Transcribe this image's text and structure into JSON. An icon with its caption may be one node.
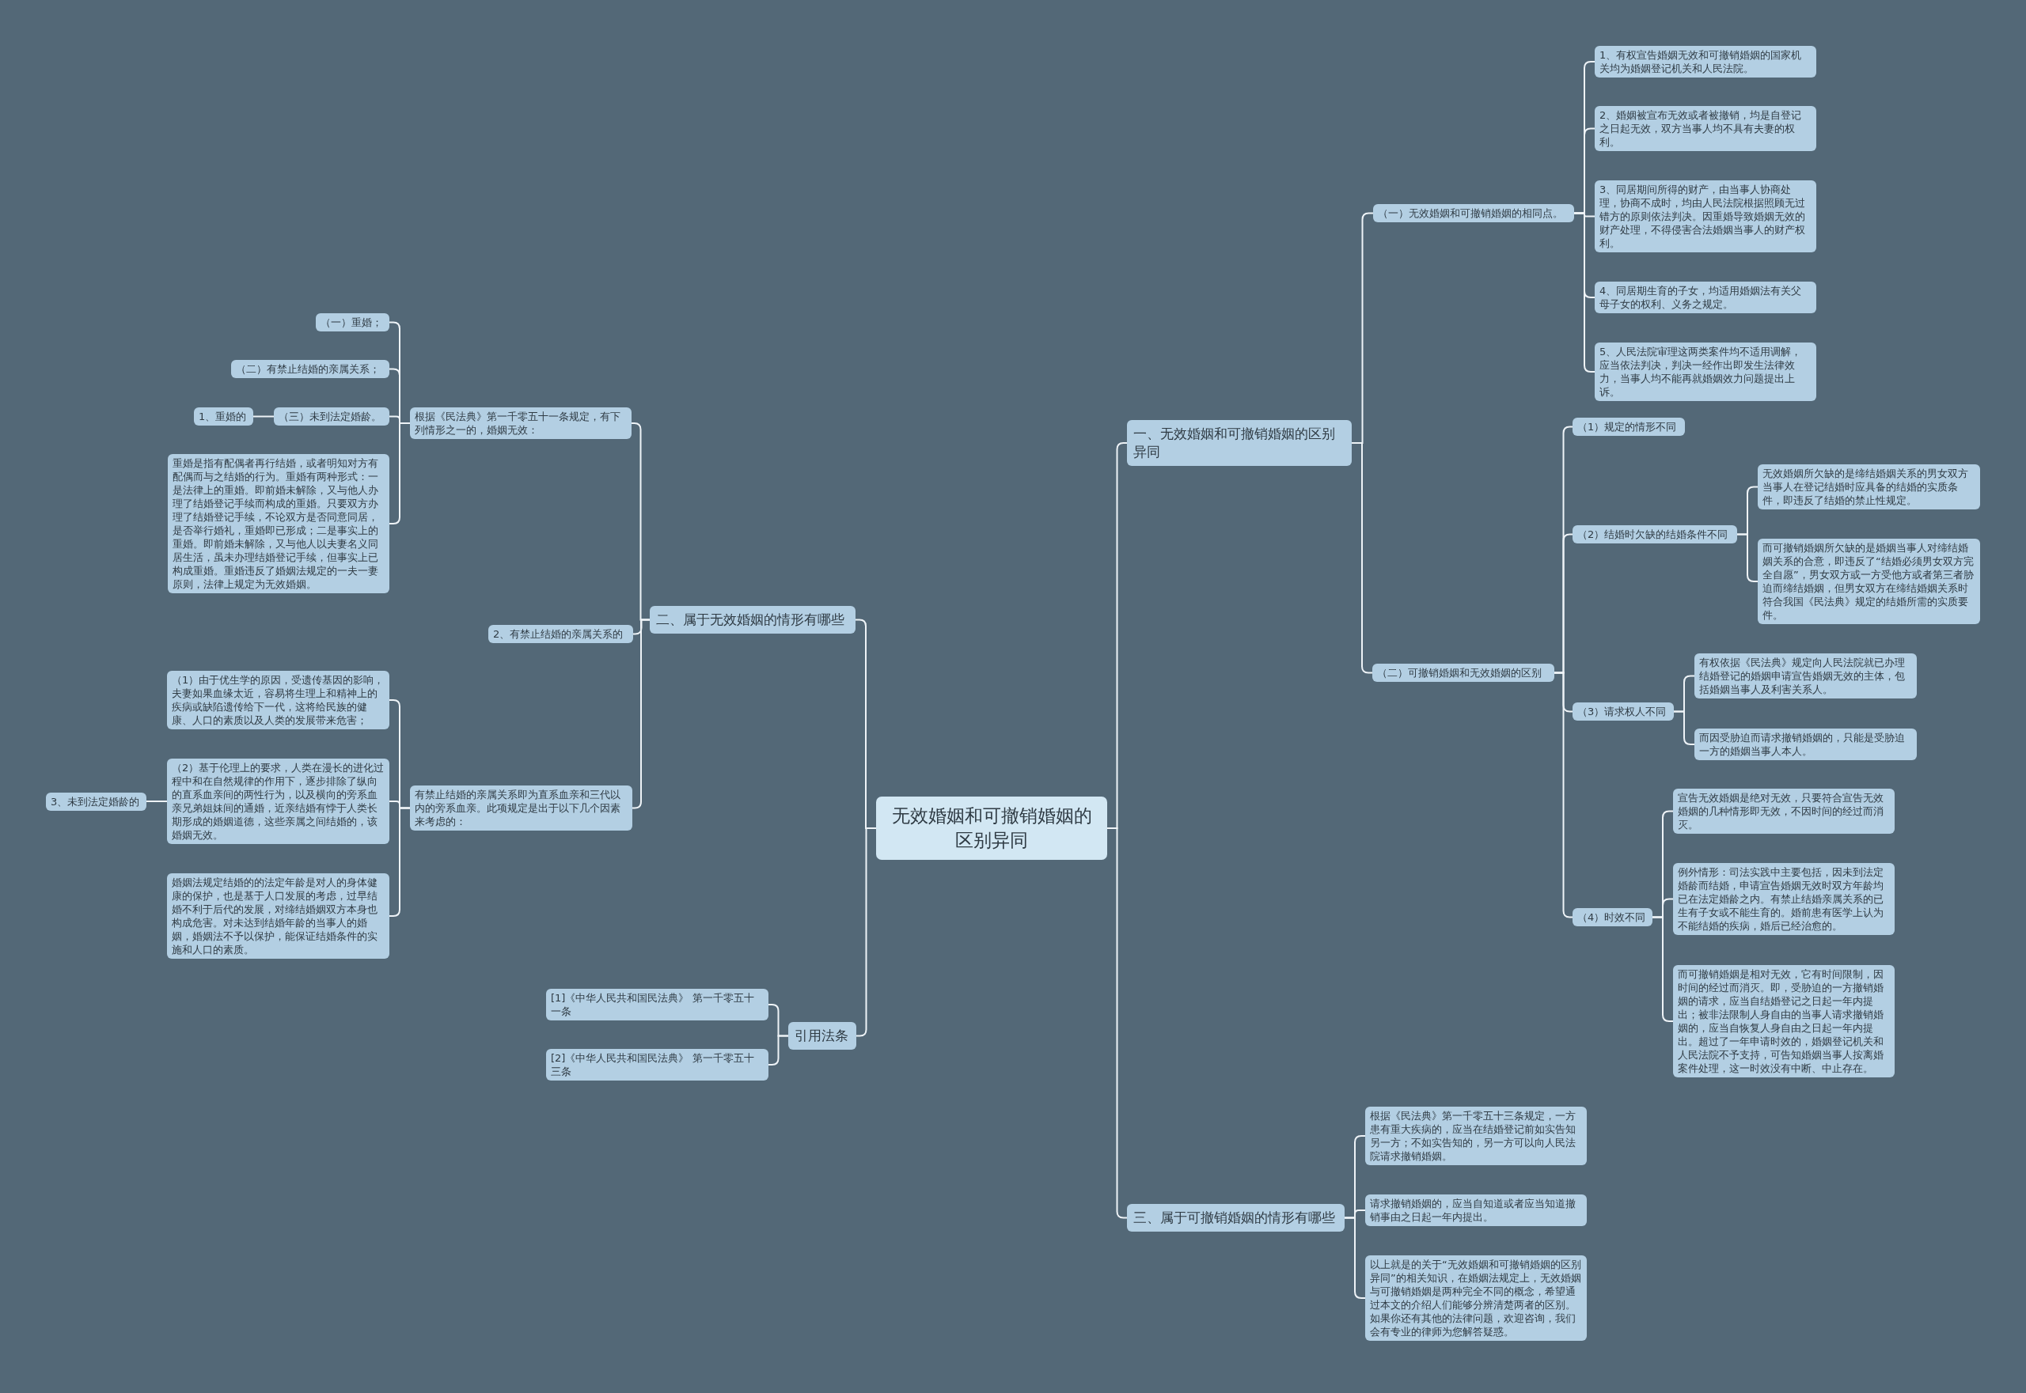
{
  "diagram": {
    "nodes": [
      {
        "text": [
          "无效婚姻和可撤销婚姻的区别异同"
        ]
      },
      {
        "text": [
          "一、无效婚姻和可撤销婚姻的区别异同"
        ]
      },
      {
        "text": [
          "（一）无效婚姻和可撤销婚姻的相同点。"
        ]
      },
      {
        "text": [
          "1、有权宣告婚姻无效和可撤销婚姻的国家机关均为婚姻登记机关和人民法院。"
        ]
      },
      {
        "text": [
          "2、婚姻被宣布无效或者被撤销，均是自登记之日起无效，双方当事人均不具有夫妻的权利。"
        ]
      },
      {
        "text": [
          "3、同居期间所得的财产，由当事人协商处理，协商不成时，均由人民法院根据照顾无过错方的原则依法判决。因重婚导致婚姻无效的财产处理，不得侵害合法婚姻当事人的财产权利。"
        ]
      },
      {
        "text": [
          "4、同居期生育的子女，均适用婚姻法有关父母子女的权利、义务之规定。"
        ]
      },
      {
        "text": [
          "5、人民法院审理这两类案件均不适用调解，应当依法判决，判决一经作出即发生法律效力，当事人均不能再就婚姻效力问题提出上诉。"
        ]
      },
      {
        "text": [
          "（二）可撤销婚姻和无效婚姻的区别"
        ]
      },
      {
        "text": [
          "（1）规定的情形不同"
        ]
      },
      {
        "text": [
          "（2）结婚时欠缺的结婚条件不同"
        ]
      },
      {
        "text": [
          "无效婚姻所欠缺的是缔结婚姻关系的男女双方当事人在登记结婚时应具备的结婚的实质条件，即违反了结婚的禁止性规定。"
        ]
      },
      {
        "text": [
          "而可撤销婚姻所欠缺的是婚姻当事人对缔结婚姻关系的合意，即违反了“结婚必须男女双方完全自愿”，男女双方或一方受他方或者第三者胁迫而缔结婚姻，但男女双方在缔结婚姻关系时符合我国《民法典》规定的结婚所需的实质要件。"
        ]
      },
      {
        "text": [
          "（3）请求权人不同"
        ]
      },
      {
        "text": [
          "有权依据《民法典》规定向人民法院就已办理结婚登记的婚姻申请宣告婚姻无效的主体，包括婚姻当事人及利害关系人。"
        ]
      },
      {
        "text": [
          "而因受胁迫而请求撤销婚姻的，只能是受胁迫一方的婚姻当事人本人。"
        ]
      },
      {
        "text": [
          "（4）时效不同"
        ]
      },
      {
        "text": [
          "宣告无效婚姻是绝对无效，只要符合宣告无效婚姻的几种情形即无效，不因时间的经过而消灭。"
        ]
      },
      {
        "text": [
          "例外情形：司法实践中主要包括，因未到法定婚龄而结婚，申请宣告婚姻无效时双方年龄均已在法定婚龄之内。有禁止结婚亲属关系的已生有子女或不能生育的。婚前患有医学上认为不能结婚的疾病，婚后已经治愈的。"
        ]
      },
      {
        "text": [
          "而可撤销婚姻是相对无效，它有时间限制，因时间的经过而消灭。即，受胁迫的一方撤销婚姻的请求，应当自结婚登记之日起一年内提出；被非法限制人身自由的当事人请求撤销婚姻的，应当自恢复人身自由之日起一年内提出。超过了一年申请时效的，婚姻登记机关和人民法院不予支持，可告知婚姻当事人按离婚案件处理，这一时效没有中断、中止存在。"
        ]
      },
      {
        "text": [
          "三、属于可撤销婚姻的情形有哪些"
        ]
      },
      {
        "text": [
          "根据《民法典》第一千零五十三条规定，一方患有重大疾病的，应当在结婚登记前如实告知另一方；不如实告知的，另一方可以向人民法院请求撤销婚姻。"
        ]
      },
      {
        "text": [
          "请求撤销婚姻的，应当自知道或者应当知道撤销事由之日起一年内提出。"
        ]
      },
      {
        "text": [
          "以上就是的关于“无效婚姻和可撤销婚姻的区别异同”的相关知识，在婚姻法规定上，无效婚姻与可撤销婚姻是两种完全不同的概念，希望通过本文的介绍人们能够分辨清楚两者的区别。如果你还有其他的法律问题，欢迎咨询，我们会有专业的律师为您解答疑惑。"
        ]
      },
      {
        "text": [
          "二、属于无效婚姻的情形有哪些"
        ]
      },
      {
        "text": [
          "根据《民法典》第一千零五十一条规定，有下列情形之一的，婚姻无效："
        ]
      },
      {
        "text": [
          "（一）重婚；"
        ]
      },
      {
        "text": [
          "（二）有禁止结婚的亲属关系；"
        ]
      },
      {
        "text": [
          "（三）未到法定婚龄。"
        ]
      },
      {
        "text": [
          "1、重婚的"
        ]
      },
      {
        "text": [
          "重婚是指有配偶者再行结婚，或者明知对方有配偶而与之结婚的行为。重婚有两种形式：一是法律上的重婚。即前婚未解除，又与他人办理了结婚登记手续而构成的重婚。只要双方办理了结婚登记手续，不论双方是否同意同居，是否举行婚礼，重婚即已形成；二是事实上的重婚。即前婚未解除，又与他人以夫妻名义同居生活，虽未办理结婚登记手续，但事实上已构成重婚。重婚违反了婚姻法规定的一夫一妻原则，法律上规定为无效婚姻。"
        ]
      },
      {
        "text": [
          "2、有禁止结婚的亲属关系的"
        ]
      },
      {
        "text": [
          "有禁止结婚的亲属关系即为直系血亲和三代以内的旁系血亲。此项规定是出于以下几个因素来考虑的："
        ]
      },
      {
        "text": [
          "（1）由于优生学的原因，受遗传基因的影响，夫妻如果血缘太近，容易将生理上和精神上的疾病或缺陷遗传给下一代，这将给民族的健康、人口的素质以及人类的发展带来危害；"
        ]
      },
      {
        "text": [
          "（2）基于伦理上的要求，人类在漫长的进化过程中和在自然规律的作用下，逐步排除了纵向的直系血亲间的两性行为，以及横向的旁系血亲兄弟姐妹间的通婚，近亲结婚有悖于人类长期形成的婚姻道德，这些亲属之间结婚的，该婚姻无效。"
        ]
      },
      {
        "text": [
          "3、未到法定婚龄的"
        ]
      },
      {
        "text": [
          "婚姻法规定结婚的的法定年龄是对人的身体健康的保护，也是基于人口发展的考虑，过早结婚不利于后代的发展，对缔结婚姻双方本身也构成危害。对未达到结婚年龄的当事人的婚姻，婚姻法不予以保护，能保证结婚条件的实施和人口的素质。"
        ]
      },
      {
        "text": [
          "引用法条"
        ]
      },
      {
        "text": [
          "[1]《中华人民共和国民法典》 第一千零五十一条"
        ]
      },
      {
        "text": [
          "[2]《中华人民共和国民法典》 第一千零五十三条"
        ]
      }
    ],
    "edges": [
      {
        "from": 0,
        "to": 1,
        "arrow": "none"
      },
      {
        "from": 1,
        "to": 2,
        "arrow": "none"
      },
      {
        "from": 2,
        "to": 3,
        "arrow": "none"
      },
      {
        "from": 2,
        "to": 4,
        "arrow": "none"
      },
      {
        "from": 2,
        "to": 5,
        "arrow": "none"
      },
      {
        "from": 2,
        "to": 6,
        "arrow": "none"
      },
      {
        "from": 2,
        "to": 7,
        "arrow": "none"
      },
      {
        "from": 1,
        "to": 8,
        "arrow": "none"
      },
      {
        "from": 8,
        "to": 9,
        "arrow": "none"
      },
      {
        "from": 8,
        "to": 10,
        "arrow": "none"
      },
      {
        "from": 10,
        "to": 11,
        "arrow": "none"
      },
      {
        "from": 10,
        "to": 12,
        "arrow": "none"
      },
      {
        "from": 8,
        "to": 13,
        "arrow": "none"
      },
      {
        "from": 13,
        "to": 14,
        "arrow": "none"
      },
      {
        "from": 13,
        "to": 15,
        "arrow": "none"
      },
      {
        "from": 8,
        "to": 16,
        "arrow": "none"
      },
      {
        "from": 16,
        "to": 17,
        "arrow": "none"
      },
      {
        "from": 16,
        "to": 18,
        "arrow": "none"
      },
      {
        "from": 16,
        "to": 19,
        "arrow": "none"
      },
      {
        "from": 0,
        "to": 20,
        "arrow": "none"
      },
      {
        "from": 20,
        "to": 21,
        "arrow": "none"
      },
      {
        "from": 20,
        "to": 22,
        "arrow": "none"
      },
      {
        "from": 20,
        "to": 23,
        "arrow": "none"
      },
      {
        "from": 0,
        "to": 24,
        "arrow": "none"
      },
      {
        "from": 24,
        "to": 25,
        "arrow": "none"
      },
      {
        "from": 25,
        "to": 26,
        "arrow": "none"
      },
      {
        "from": 25,
        "to": 27,
        "arrow": "none"
      },
      {
        "from": 25,
        "to": 28,
        "arrow": "none"
      },
      {
        "from": 28,
        "to": 29,
        "arrow": "none"
      },
      {
        "from": 25,
        "to": 30,
        "arrow": "none"
      },
      {
        "from": 24,
        "to": 31,
        "arrow": "none"
      },
      {
        "from": 24,
        "to": 32,
        "arrow": "none"
      },
      {
        "from": 32,
        "to": 33,
        "arrow": "none"
      },
      {
        "from": 32,
        "to": 34,
        "arrow": "none"
      },
      {
        "from": 34,
        "to": 35,
        "arrow": "none"
      },
      {
        "from": 32,
        "to": 36,
        "arrow": "none"
      },
      {
        "from": 0,
        "to": 37,
        "arrow": "none"
      },
      {
        "from": 37,
        "to": 38,
        "arrow": "none"
      },
      {
        "from": 37,
        "to": 39,
        "arrow": "none"
      }
    ]
  }
}
